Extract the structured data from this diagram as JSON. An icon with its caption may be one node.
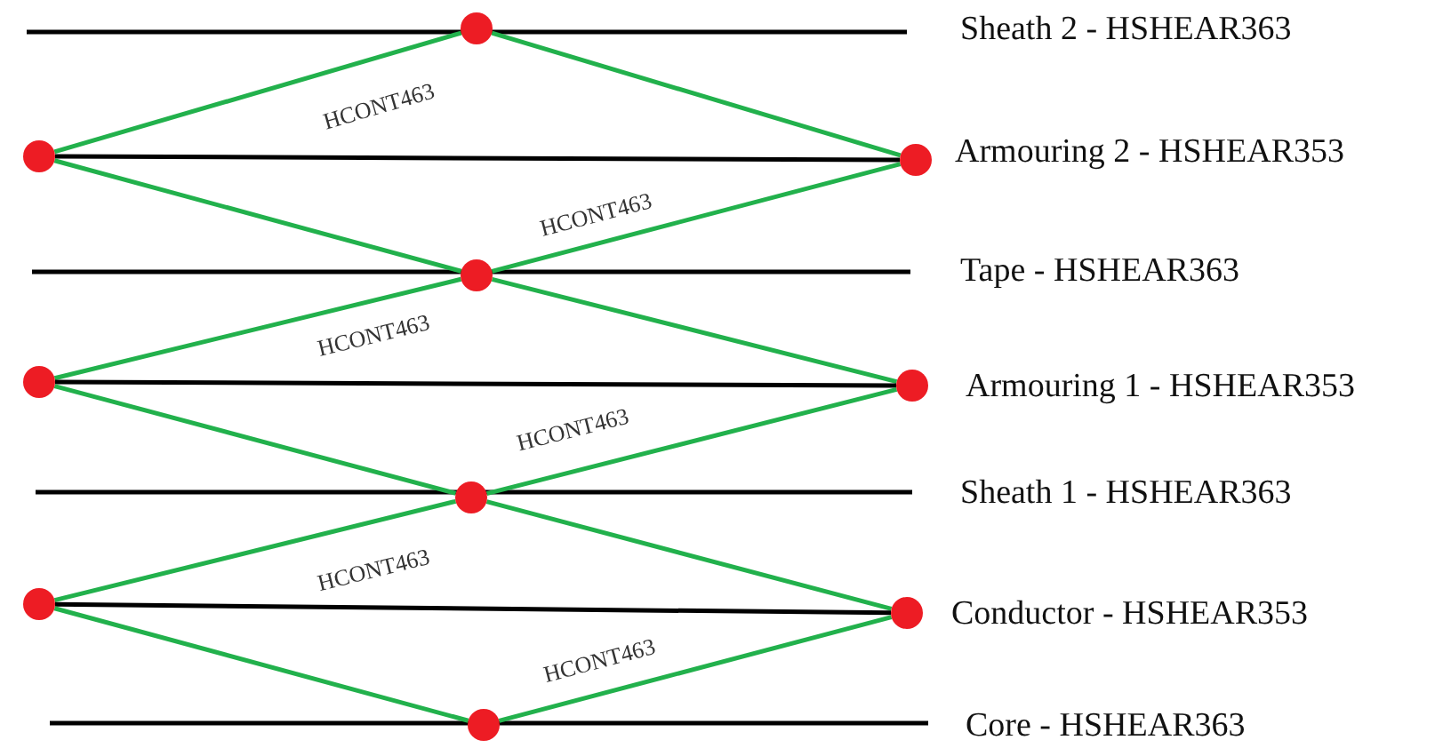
{
  "diagram": {
    "nodes": [
      {
        "text": [],
        "shape": "circle"
      },
      {
        "text": [],
        "shape": "circle"
      },
      {
        "text": [],
        "shape": "circle"
      },
      {
        "text": [],
        "shape": "circle"
      },
      {
        "text": [],
        "shape": "circle"
      },
      {
        "text": [],
        "shape": "circle"
      },
      {
        "text": [],
        "shape": "circle"
      },
      {
        "text": [],
        "shape": "circle"
      },
      {
        "text": [],
        "shape": "circle"
      },
      {
        "text": [],
        "shape": "circle"
      }
    ],
    "edges": [
      {
        "from": 0,
        "to": 1,
        "arrow": "none",
        "label": "HCONT463"
      },
      {
        "from": 0,
        "to": 2,
        "arrow": "none"
      },
      {
        "from": 1,
        "to": 2,
        "arrow": "none",
        "color": "#000000"
      },
      {
        "from": 1,
        "to": 3,
        "arrow": "none"
      },
      {
        "from": 2,
        "to": 3,
        "arrow": "none",
        "label": "HCONT463"
      },
      {
        "from": 3,
        "to": 4,
        "arrow": "none",
        "label": "HCONT463"
      },
      {
        "from": 3,
        "to": 5,
        "arrow": "none"
      },
      {
        "from": 4,
        "to": 5,
        "arrow": "none",
        "color": "#000000"
      },
      {
        "from": 4,
        "to": 6,
        "arrow": "none"
      },
      {
        "from": 5,
        "to": 6,
        "arrow": "none",
        "label": "HCONT463"
      },
      {
        "from": 6,
        "to": 7,
        "arrow": "none",
        "label": "HCONT463"
      },
      {
        "from": 6,
        "to": 8,
        "arrow": "none"
      },
      {
        "from": 7,
        "to": 8,
        "arrow": "none",
        "color": "#000000"
      },
      {
        "from": 7,
        "to": 9,
        "arrow": "none"
      },
      {
        "from": 8,
        "to": 9,
        "arrow": "none",
        "label": "HCONT463"
      }
    ],
    "labels": [
      "Sheath 2 - HSHEAR363",
      "Armouring 2 - HSHEAR353",
      "Tape - HSHEAR363",
      "Armouring 1 - HSHEAR353",
      "Sheath 1 - HSHEAR363",
      "Conductor - HSHEAR353",
      "Core - HSHEAR363"
    ]
  }
}
